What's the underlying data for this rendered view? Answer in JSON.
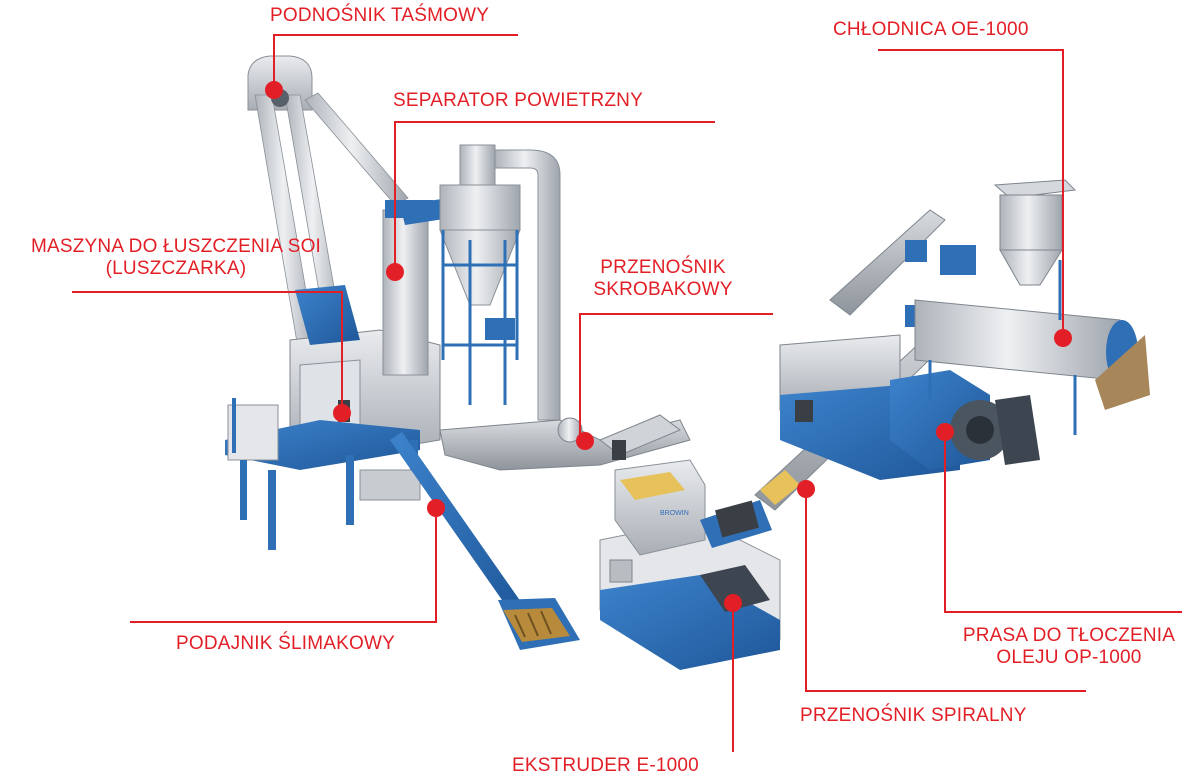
{
  "colors": {
    "accent": "#e21f26",
    "machine_blue": "#2e6fb5",
    "machine_grey": "#c9ccd1"
  },
  "labels": {
    "podnosnik": "PODNOŚNIK TAŚMOWY",
    "chlodnica": "CHŁODNICA OE-1000",
    "separator": "SEPARATOR POWIETRZNY",
    "maszyna_1": "MASZYNA DO ŁUSZCZENIA SOI",
    "maszyna_2": "(LUSZCZARKA)",
    "przenosnik_skr_1": "PRZENOŚNIK",
    "przenosnik_skr_2": "SKROBAKOWY",
    "podajnik": "PODAJNIK ŚLIMAKOWY",
    "prasa_1": "PRASA DO TŁOCZENIA",
    "prasa_2": "OLEJU OP-1000",
    "przenosnik_spir": "PRZENOŚNIK SPIRALNY",
    "ekstruder": "EKSTRUDER E-1000"
  },
  "logo_text": "BROWIN"
}
